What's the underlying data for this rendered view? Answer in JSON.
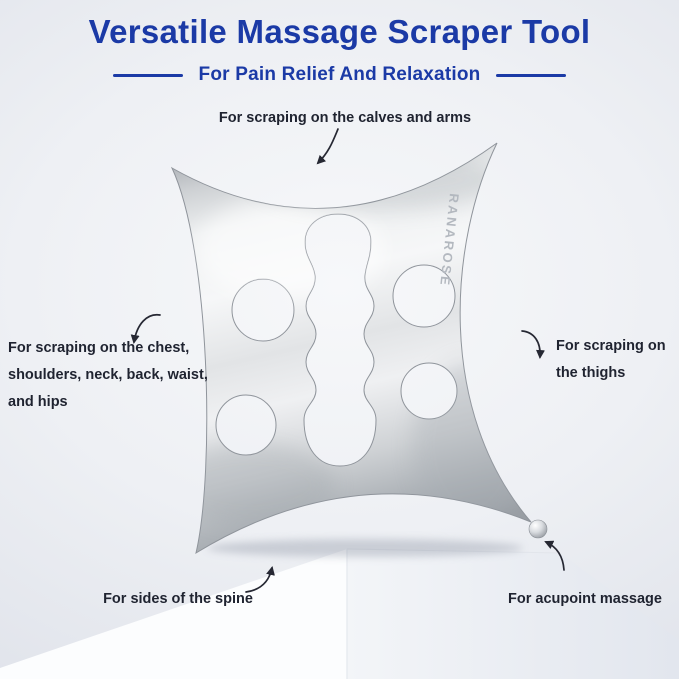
{
  "header": {
    "title": "Versatile Massage Scraper Tool",
    "subtitle": "For Pain Relief And Relaxation"
  },
  "product": {
    "brand": "RANAROSE"
  },
  "annotations": {
    "calves": "For scraping on the calves and arms",
    "chest": [
      "For scraping on the chest,",
      "shoulders, neck, back, waist,",
      "and hips"
    ],
    "thighs": [
      "For scraping on",
      "the thighs"
    ],
    "spine": "For sides of the spine",
    "acupoint": "For acupoint massage"
  },
  "colors": {
    "title_blue": "#1b3aa6",
    "text_dark": "#1f2330",
    "metal_light": "#f4f5f6",
    "metal_dark": "#9b9fa6",
    "arrow_dark": "#262833"
  }
}
